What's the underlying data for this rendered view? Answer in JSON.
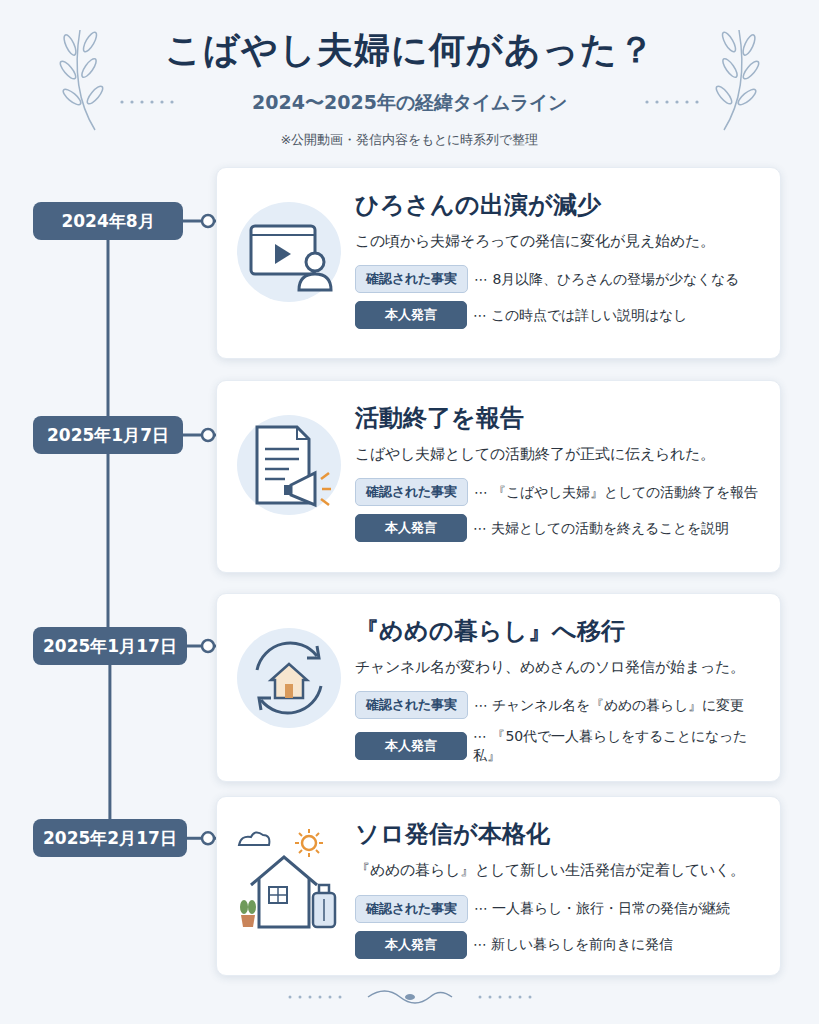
{
  "diagram": {
    "title": "こばやし夫婦に何があった？",
    "nodes": [
      {
        "text": [
          "2024年8月"
        ]
      },
      {
        "text": [
          "ひろさんの出演が減少",
          "この頃から夫婦そろっての発信に変化が見え始めた。"
        ]
      },
      {
        "text": [
          "確認された事実",
          "⋯ 8月以降、ひろさんの登場が少なくなる"
        ],
        "in": 1
      },
      {
        "text": [
          "本人発言",
          "⋯ この時点では詳しい説明はなし"
        ],
        "in": 1
      },
      {
        "text": [
          "2025年1月7日"
        ]
      },
      {
        "text": [
          "活動終了を報告",
          "こばやし夫婦としての活動終了が正式に伝えられた。"
        ]
      },
      {
        "text": [
          "確認された事実",
          "⋯ 『こばやし夫婦』としての活動終了を報告"
        ],
        "in": 5
      },
      {
        "text": [
          "本人発言",
          "⋯ 夫婦としての活動を終えることを説明"
        ],
        "in": 5
      },
      {
        "text": [
          "2025年1月17日"
        ]
      },
      {
        "text": [
          "『めめの暮らし』へ移行",
          "チャンネル名が変わり、めめさんのソロ発信が始まった。"
        ]
      },
      {
        "text": [
          "確認された事実",
          "⋯ チャンネル名を『めめの暮らし』に変更"
        ],
        "in": 9
      },
      {
        "text": [
          "本人発言",
          "⋯ 『50代で一人暮らしをすることになった私』"
        ],
        "in": 9
      },
      {
        "text": [
          "2025年2月17日"
        ]
      },
      {
        "text": [
          "ソロ発信が本格化",
          "『めめの暮らし』として新しい生活発信が定着していく。"
        ]
      },
      {
        "text": [
          "確認された事実",
          "⋯ 一人暮らし・旅行・日常の発信が継続"
        ],
        "in": 13
      },
      {
        "text": [
          "本人発言",
          "⋯ 新しい暮らしを前向きに発信"
        ],
        "in": 13
      }
    ],
    "edges": [
      {
        "from": 0,
        "to": 1,
        "arrow": "none"
      },
      {
        "from": 4,
        "to": 5,
        "arrow": "none"
      },
      {
        "from": 8,
        "to": 9,
        "arrow": "none"
      },
      {
        "from": 12,
        "to": 13,
        "arrow": "none"
      },
      {
        "from": 0,
        "to": 4,
        "arrow": "none"
      },
      {
        "from": 4,
        "to": 8,
        "arrow": "none"
      },
      {
        "from": 8,
        "to": 12,
        "arrow": "none"
      }
    ],
    "labels": [
      "2024〜2025年の経緯タイムライン",
      "※公開動画・発信内容をもとに時系列で整理"
    ]
  }
}
